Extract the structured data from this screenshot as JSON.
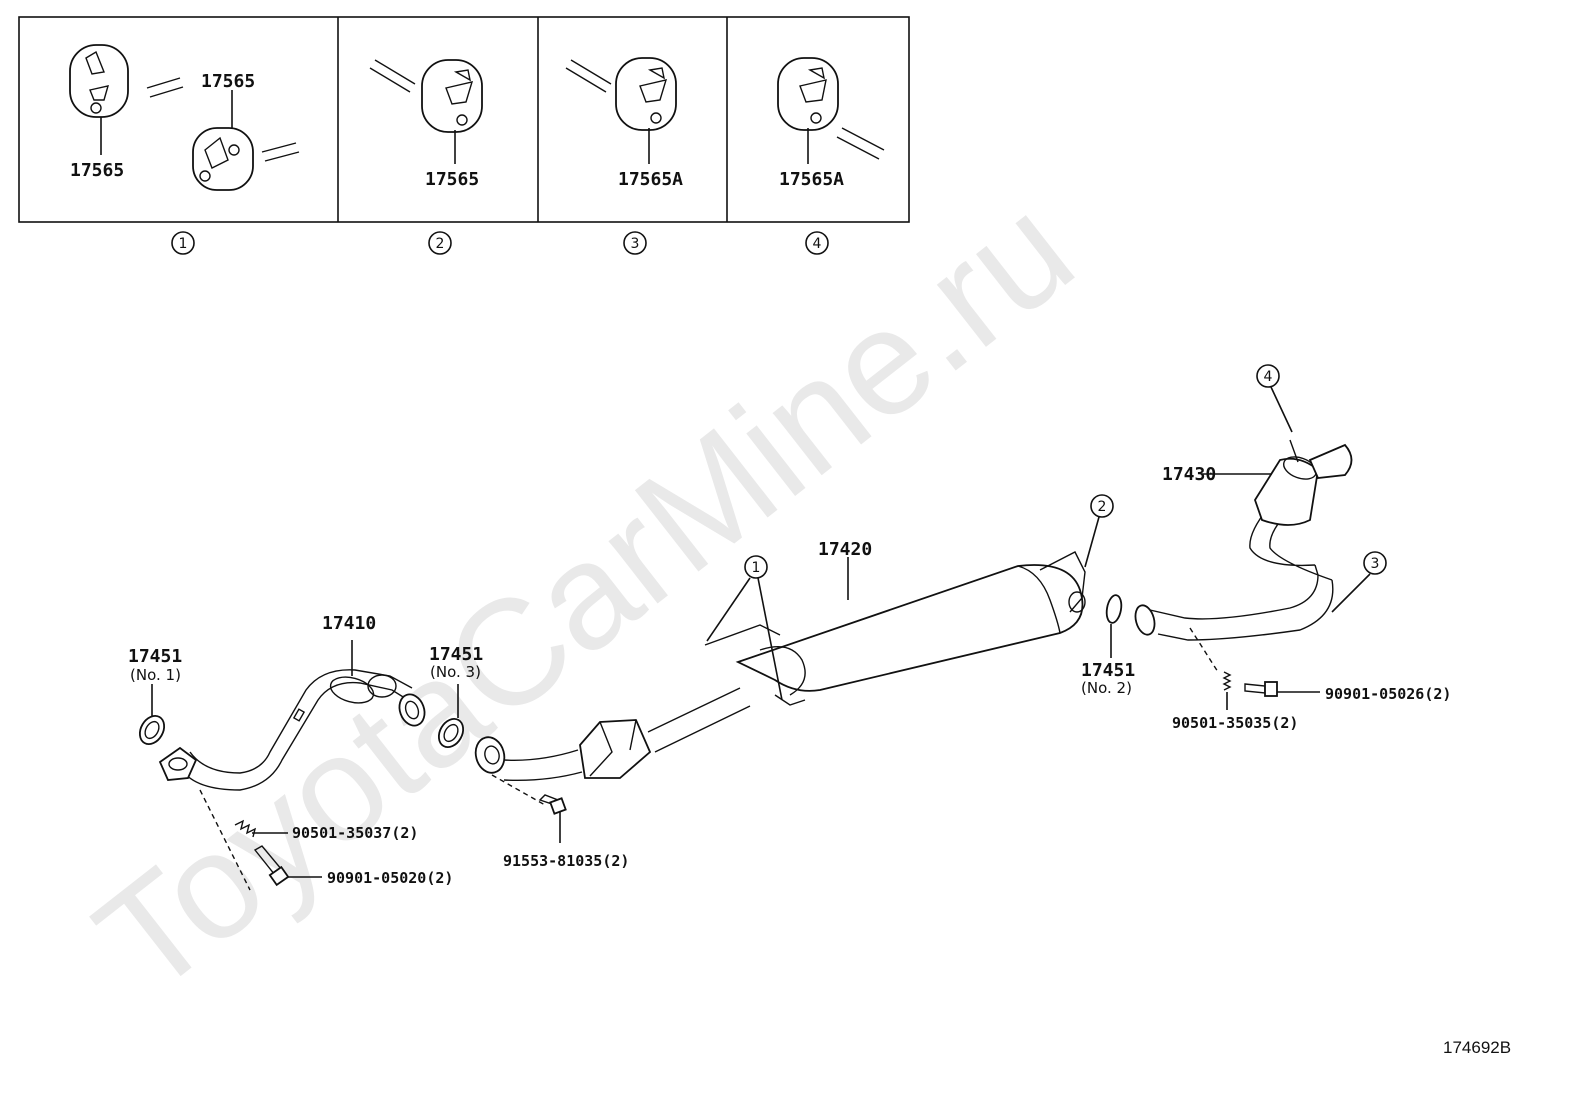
{
  "watermark": "ToyotaCarMine.ru",
  "figure_id": "174692B",
  "hanger_panels": [
    {
      "index": "1",
      "labels": [
        "17565",
        "17565"
      ]
    },
    {
      "index": "2",
      "labels": [
        "17565"
      ]
    },
    {
      "index": "3",
      "labels": [
        "17565A"
      ]
    },
    {
      "index": "4",
      "labels": [
        "17565A"
      ]
    }
  ],
  "callouts": {
    "c1": "1",
    "c2": "2",
    "c3": "3",
    "c4": "4"
  },
  "parts": {
    "p17410": "17410",
    "p17420": "17420",
    "p17430": "17430",
    "gasket_no1": {
      "num": "17451",
      "sub": "(No. 1)"
    },
    "gasket_no3": {
      "num": "17451",
      "sub": "(No. 3)"
    },
    "gasket_no2": {
      "num": "17451",
      "sub": "(No. 2)"
    },
    "spring_front": "90501-35037(2)",
    "bolt_front": "90901-05020(2)",
    "bolt_mid": "91553-81035(2)",
    "spring_rear": "90501-35035(2)",
    "bolt_rear": "90901-05026(2)"
  }
}
